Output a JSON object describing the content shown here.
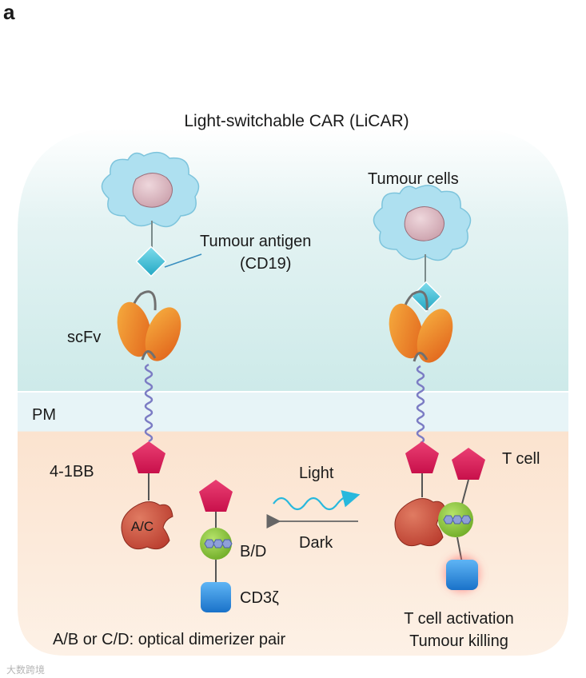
{
  "panel_letter": "a",
  "title": "Light-switchable CAR (LiCAR)",
  "labels": {
    "tumour_cells": "Tumour cells",
    "tumour_antigen_line1": "Tumour antigen",
    "tumour_antigen_line2": "(CD19)",
    "scfv": "scFv",
    "pm": "PM",
    "four_1bb": "4-1BB",
    "ac": "A/C",
    "bd": "B/D",
    "cd3z": "CD3ζ",
    "light": "Light",
    "dark": "Dark",
    "t_cell": "T cell",
    "t_cell_activation": "T cell activation",
    "tumour_killing": "Tumour killing",
    "dimerizer_note": "A/B or C/D: optical dimerizer pair"
  },
  "watermark": "大数跨境",
  "colors": {
    "extracellular_top": "#ffffff",
    "extracellular_bottom": "#cfeaea",
    "membrane": "#e7f4f7",
    "cytoplasm": "#fbe5d2",
    "tumour_cell": "#a8def0",
    "nucleus": "#d8b7bf",
    "antigen": "#45c2d8",
    "scfv": "#f08a28",
    "pentagon": "#d81e5b",
    "apple": "#c94a3a",
    "green_domain": "#8dc63f",
    "cd3z": "#2a8de0",
    "light_wave": "#27b8dd"
  }
}
